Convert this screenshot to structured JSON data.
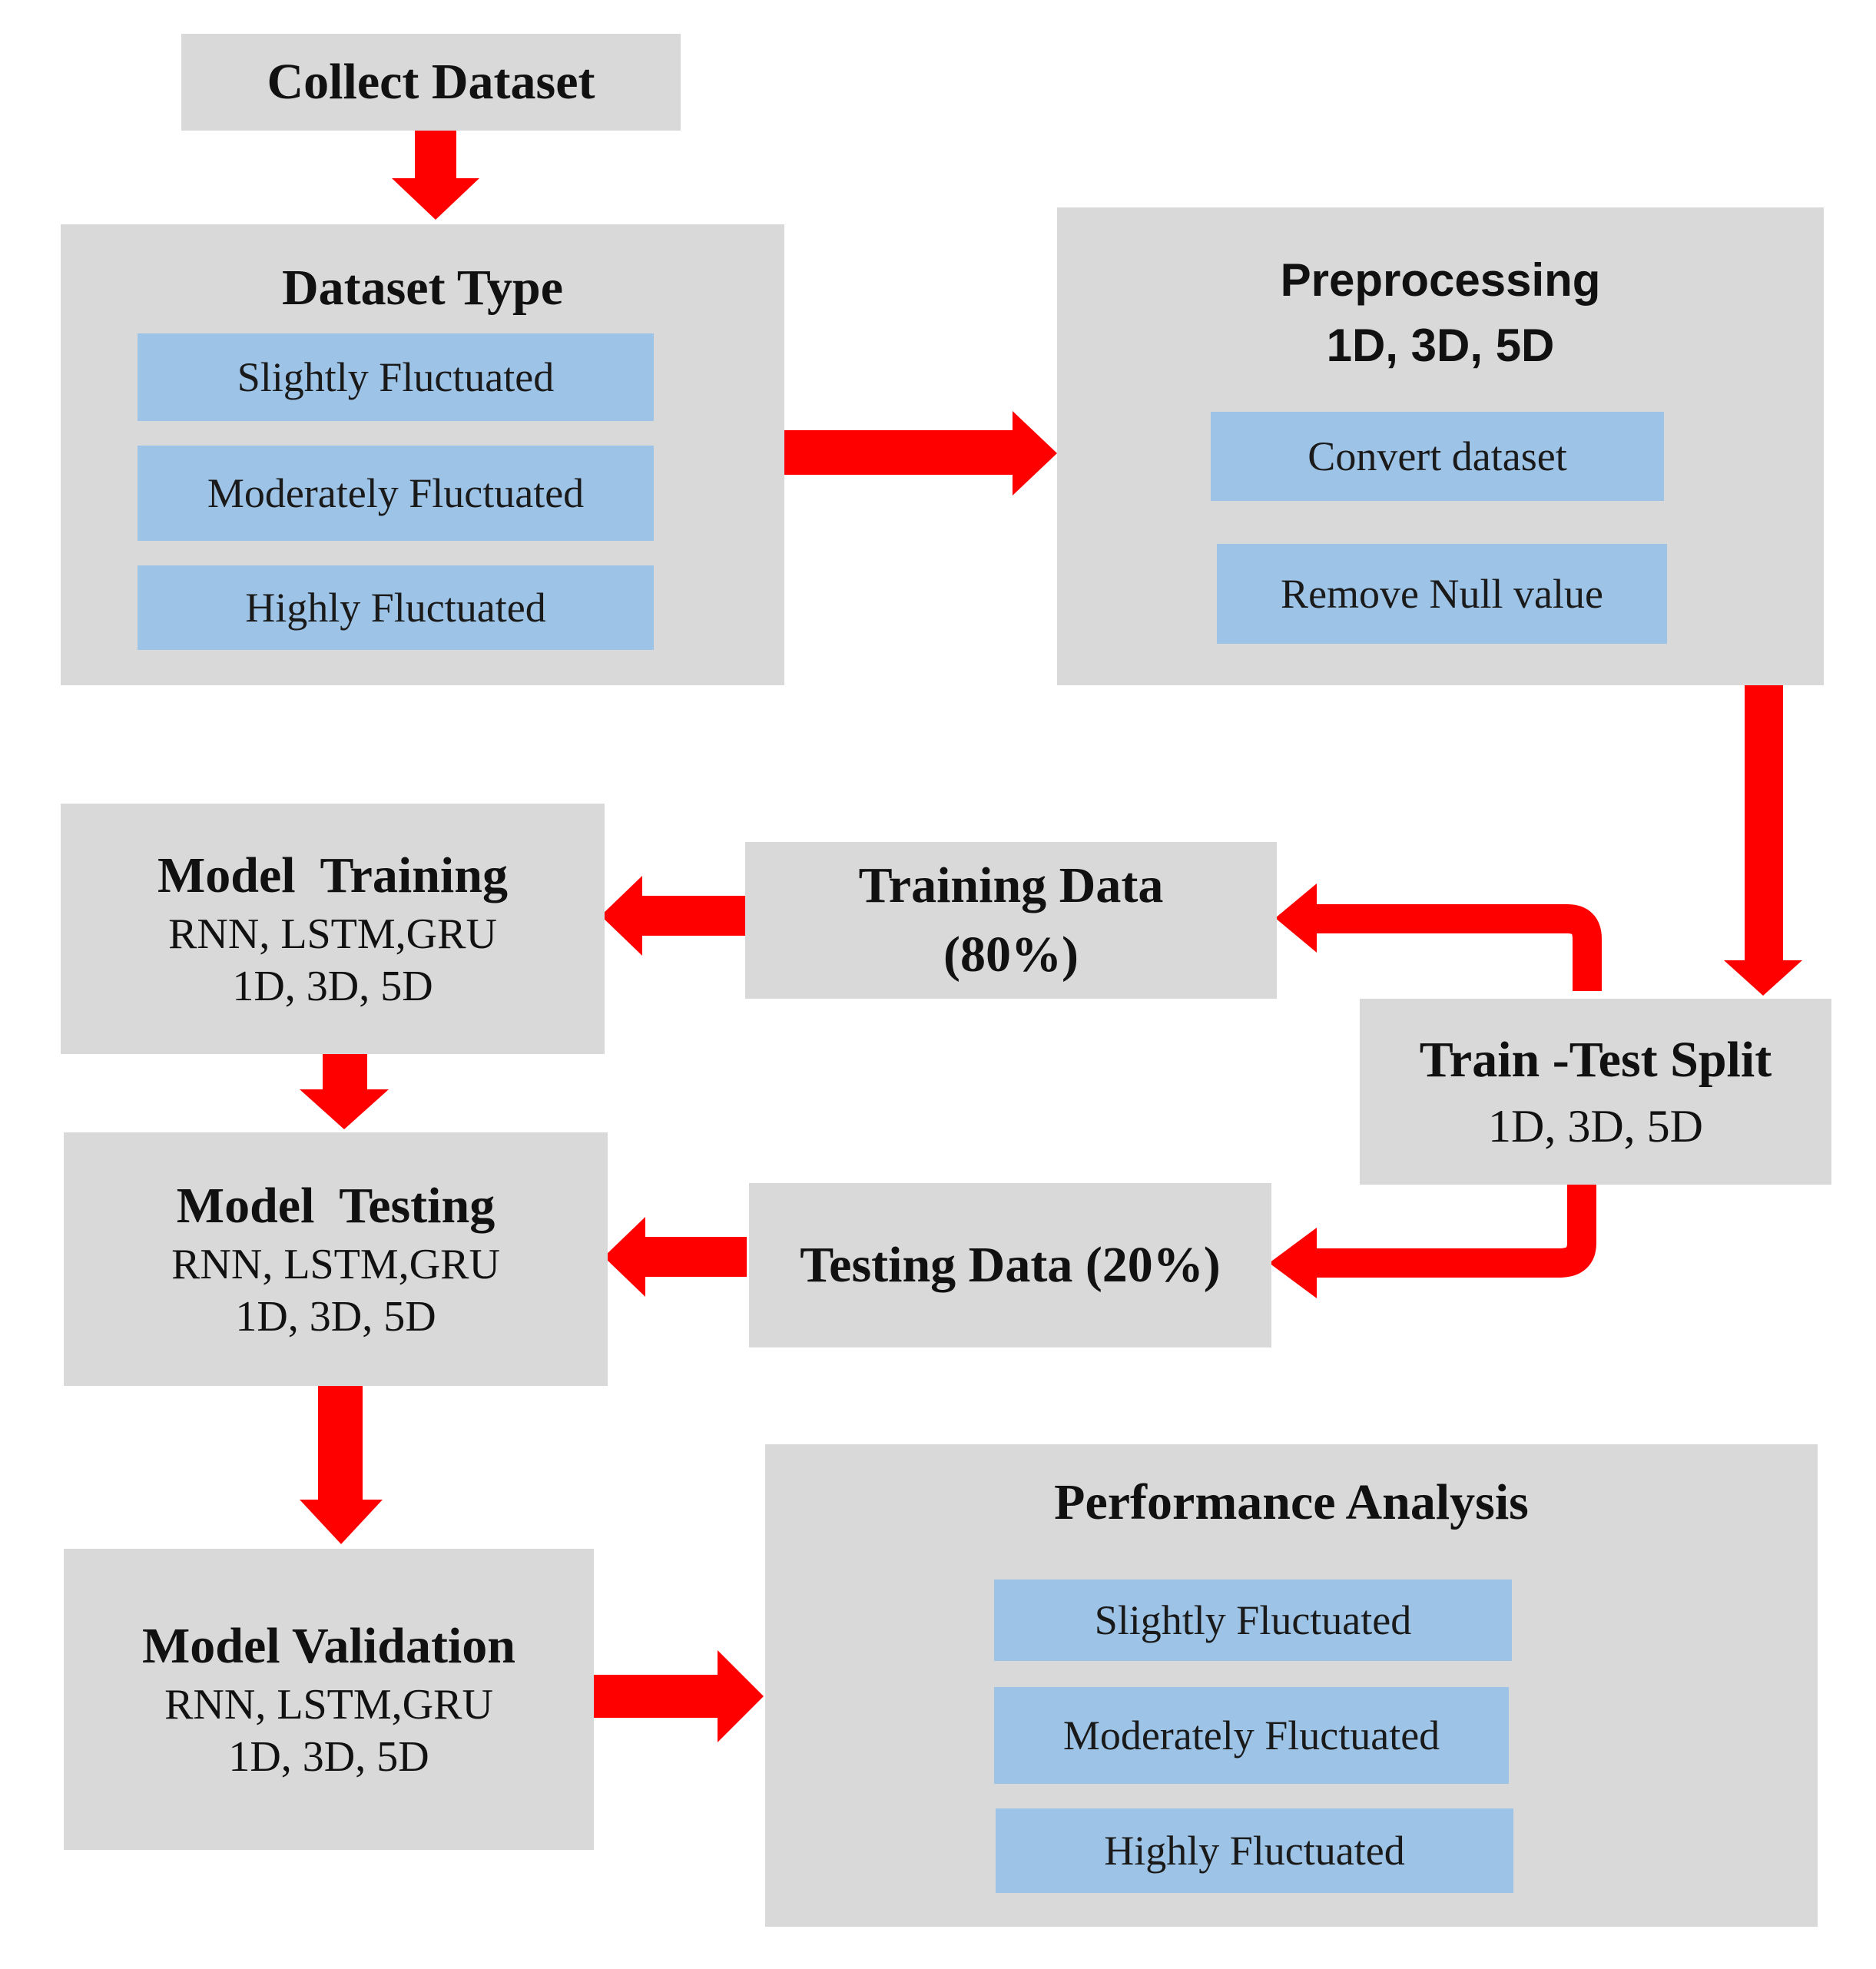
{
  "colors": {
    "node_fill": "#d9d9d9",
    "sub_fill": "#9dc3e6",
    "arrow": "#ff0000"
  },
  "nodes": {
    "collect": {
      "title": "Collect Dataset"
    },
    "dataset_type": {
      "title": "Dataset Type",
      "items": [
        "Slightly Fluctuated",
        "Moderately Fluctuated",
        "Highly Fluctuated"
      ]
    },
    "preprocessing": {
      "title": "Preprocessing",
      "subtitle": "1D, 3D, 5D",
      "items": [
        "Convert dataset",
        "Remove Null value"
      ]
    },
    "train_test_split": {
      "title": "Train -Test Split",
      "line1": "1D, 3D, 5D"
    },
    "training_data": {
      "title": "Training Data",
      "line1": "(80%)"
    },
    "testing_data": {
      "title": "Testing Data (20%)"
    },
    "model_training": {
      "title": "Model  Training",
      "line1": "RNN, LSTM,GRU",
      "line2": "1D, 3D, 5D"
    },
    "model_testing": {
      "title": "Model  Testing",
      "line1": "RNN, LSTM,GRU",
      "line2": "1D, 3D, 5D"
    },
    "model_validation": {
      "title": "Model Validation",
      "line1": "RNN, LSTM,GRU",
      "line2": "1D, 3D, 5D"
    },
    "performance": {
      "title": "Performance Analysis",
      "items": [
        "Slightly Fluctuated",
        "Moderately Fluctuated",
        "Highly Fluctuated"
      ]
    }
  },
  "edges": [
    {
      "from": "collect",
      "to": "dataset_type"
    },
    {
      "from": "dataset_type",
      "to": "preprocessing"
    },
    {
      "from": "preprocessing",
      "to": "train_test_split"
    },
    {
      "from": "train_test_split",
      "to": "training_data"
    },
    {
      "from": "train_test_split",
      "to": "testing_data"
    },
    {
      "from": "training_data",
      "to": "model_training"
    },
    {
      "from": "testing_data",
      "to": "model_testing"
    },
    {
      "from": "model_training",
      "to": "model_testing"
    },
    {
      "from": "model_testing",
      "to": "model_validation"
    },
    {
      "from": "model_validation",
      "to": "performance"
    }
  ]
}
